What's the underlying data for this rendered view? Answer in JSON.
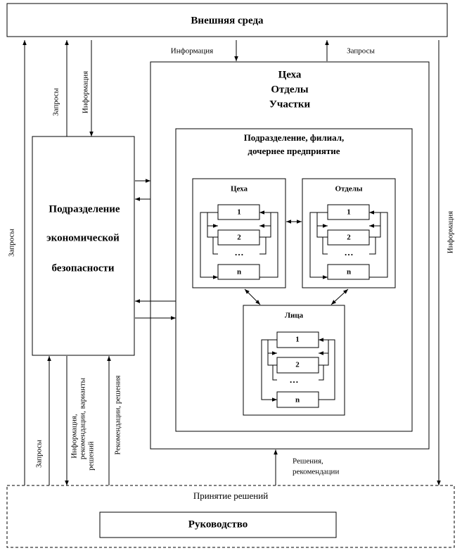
{
  "external_env": {
    "label": "Внешняя среда"
  },
  "top_flow": {
    "info_label": "Информация",
    "requests_label": "Запросы"
  },
  "shops_block": {
    "line1": "Цеха",
    "line2": "Отделы",
    "line3": "Участки"
  },
  "subdivision_block": {
    "line1": "Подразделение, филиал,",
    "line2": "дочернее предприятие"
  },
  "econ_security": {
    "line1": "Подразделение",
    "line2": "экономической",
    "line3": "безопасности"
  },
  "workshops": {
    "title": "Цеха",
    "items": [
      "1",
      "2",
      "…",
      "n"
    ]
  },
  "departments": {
    "title": "Отделы",
    "items": [
      "1",
      "2",
      "…",
      "n"
    ]
  },
  "persons": {
    "title": "Лица",
    "items": [
      "1",
      "2",
      "…",
      "n"
    ]
  },
  "left_top_flow": {
    "requests_label": "Запросы",
    "info_label": "Информация"
  },
  "left_side": {
    "requests_label": "Запросы"
  },
  "right_side": {
    "info_label": "Информация"
  },
  "bottom_flows": {
    "requests_label": "Запросы",
    "info_label_line1": "Информация,",
    "info_label_line2": "рекомендации, варианты",
    "info_label_line3": "решений",
    "recommend_label": "Рекомендации, решения",
    "decisions_label_line1": "Решения,",
    "decisions_label_line2": "рекомендации"
  },
  "decision_making": {
    "label": "Принятие решений"
  },
  "management": {
    "label": "Руководство"
  }
}
